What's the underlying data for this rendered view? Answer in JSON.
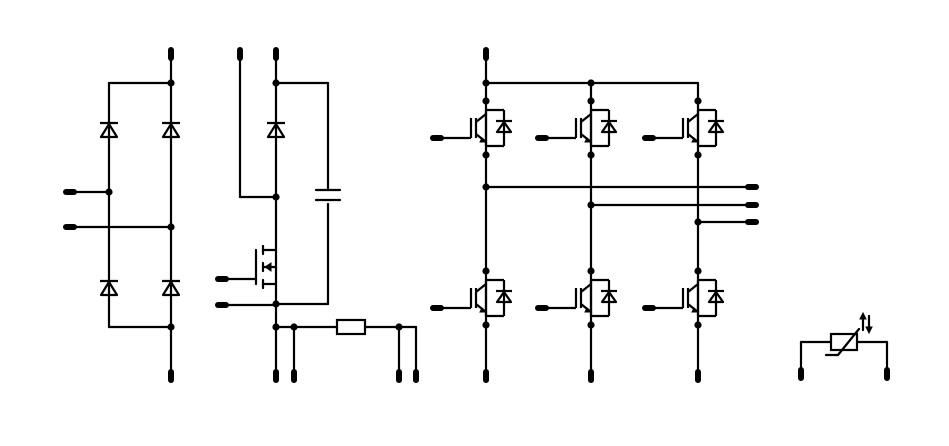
{
  "diagram": {
    "kind": "power-module-schematic",
    "colors": {
      "stroke": "#000000",
      "background": "#ffffff"
    },
    "blocks": [
      {
        "id": "rectifier-bridge",
        "parts": [
          "diode",
          "diode",
          "diode",
          "diode"
        ]
      },
      {
        "id": "brake-chopper",
        "parts": [
          "diode",
          "mosfet",
          "capacitor",
          "shunt-resistor"
        ]
      },
      {
        "id": "inverter-bridge",
        "parts": [
          "igbt",
          "igbt",
          "igbt",
          "igbt",
          "igbt",
          "igbt"
        ]
      },
      {
        "id": "ntc-thermistor",
        "parts": [
          "thermistor"
        ]
      }
    ],
    "icons": [
      "diode-icon",
      "mosfet-icon",
      "capacitor-icon",
      "resistor-icon",
      "igbt-icon",
      "thermistor-icon"
    ]
  }
}
